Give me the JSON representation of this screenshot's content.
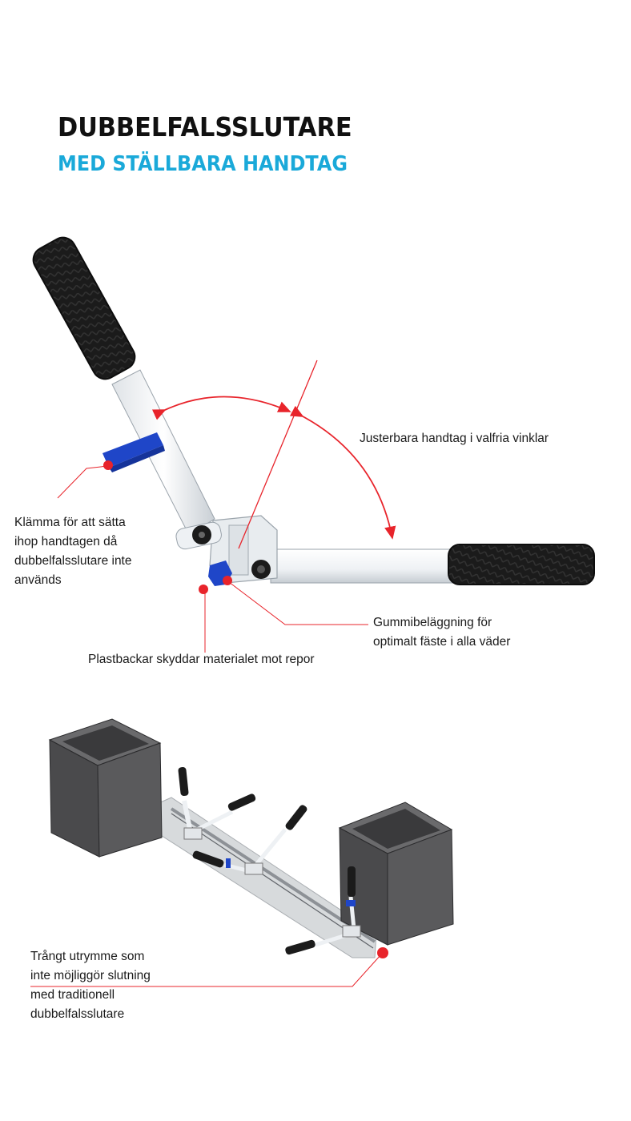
{
  "header": {
    "title": "DUBBELFALSSLUTARE",
    "subtitle": "MED STÄLLBARA HANDTAG"
  },
  "callouts": {
    "adjustable": "Justerbara handtag i valfria vinklar",
    "clamp": [
      "Klämma för att sätta",
      "ihop handtagen då",
      "dubbelfalsslutare inte",
      "används"
    ],
    "rubber": [
      "Gummibeläggning för",
      "optimalt fäste i alla väder"
    ],
    "plastic": "Plastbackar skyddar materialet mot repor",
    "narrow": [
      "Trångt utrymme som",
      "inte möjliggör slutning",
      "med traditionell",
      "dubbelfalsslutare"
    ]
  },
  "colors": {
    "accent_blue": "#1aa9d9",
    "callout_red": "#e8242b",
    "clip_blue": "#1f46c8",
    "grip_black": "#1b1b1b",
    "handle_white": "#f2f4f6",
    "box_gray": "#4a4a4c"
  }
}
